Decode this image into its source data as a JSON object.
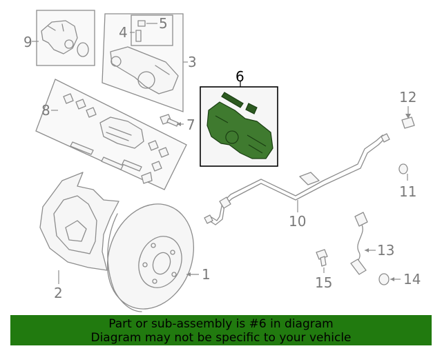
{
  "callouts": {
    "c1": "1",
    "c2": "2",
    "c3": "3",
    "c4": "4",
    "c5": "5",
    "c6": "6",
    "c7": "7",
    "c8": "8",
    "c9": "9",
    "c10": "10",
    "c11": "11",
    "c12": "12",
    "c13": "13",
    "c14": "14",
    "c15": "15"
  },
  "colors": {
    "highlight": "#3f7a2f",
    "banner": "#217a0f"
  },
  "banner": {
    "line1": "Part or sub-assembly is #6 in diagram",
    "line2": "Diagram may not be specific to your vehicle"
  }
}
